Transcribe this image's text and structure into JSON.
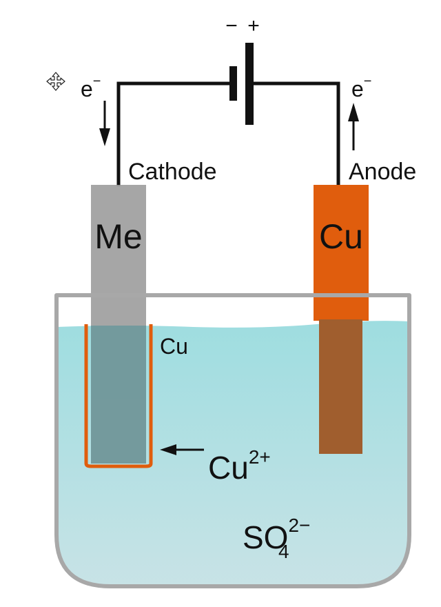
{
  "battery": {
    "minus_label": "−",
    "plus_label": "+"
  },
  "electrons": {
    "left_label": "e",
    "right_label": "e",
    "superscript": "−"
  },
  "electrodes": {
    "cathode_label": "Cathode",
    "anode_label": "Anode",
    "cathode_symbol": "Me",
    "anode_symbol": "Cu",
    "plated_layer_label": "Cu"
  },
  "ions": {
    "cation_base": "Cu",
    "cation_charge": "2+",
    "anion_base": "SO",
    "anion_subscript": "4",
    "anion_charge": "2−"
  },
  "colors": {
    "wire": "#111111",
    "cathode_metal": "#9e9e9e",
    "anode_copper": "#e05d0d",
    "plated_copper": "#e05d0d",
    "electrolyte_top": "#9edde0",
    "electrolyte_bottom": "#c9e3e6",
    "beaker_outline": "#a8a8a8"
  },
  "icons": {
    "move_cursor": "move-cursor-icon"
  }
}
